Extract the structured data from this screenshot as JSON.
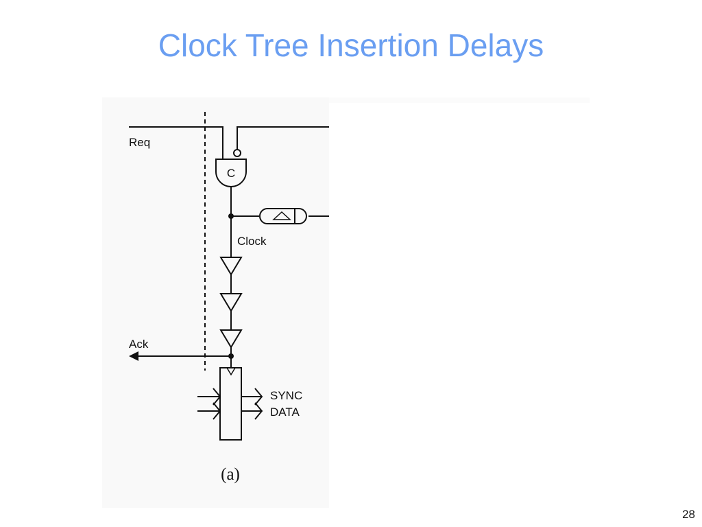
{
  "slide": {
    "title": "Clock Tree Insertion Delays",
    "page_number": "28"
  },
  "diagram": {
    "gate_label": "C",
    "labels": {
      "req": "Req",
      "clock": "Clock",
      "ack": "Ack",
      "sync": "SYNC",
      "data": "DATA"
    },
    "caption": "(a)"
  }
}
